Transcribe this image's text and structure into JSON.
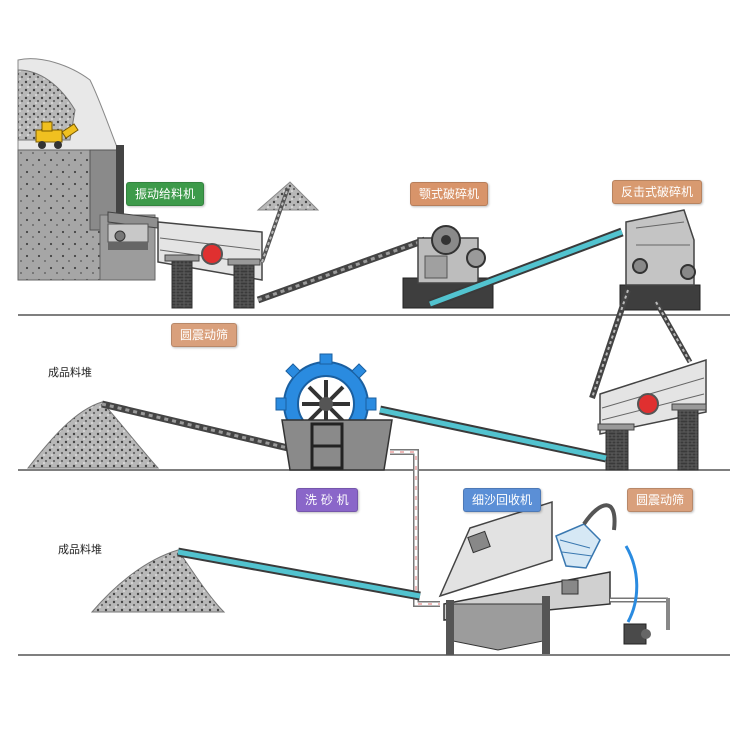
{
  "labels": {
    "vibrating_feeder": "振动给料机",
    "jaw_crusher": "颚式破碎机",
    "impact_crusher": "反击式破碎机",
    "circular_screen_1": "圆震动筛",
    "finished_pile_1": "成品料堆",
    "sand_washer": "洗 砂 机",
    "fine_sand_recycler": "细沙回收机",
    "circular_screen_2": "圆震动筛",
    "finished_pile_2": "成品料堆"
  },
  "colors": {
    "label_green": "#3d9a4a",
    "label_orange": "#d8946a",
    "label_purple": "#8a66c9",
    "label_blue": "#5b8fd6",
    "label_peach": "#d9a07c",
    "conveyor_cyan": "#52c3cf",
    "wheel_blue": "#2a8be0",
    "metal_gray": "#a8a8a8",
    "dark_gray": "#5a5a5a"
  }
}
